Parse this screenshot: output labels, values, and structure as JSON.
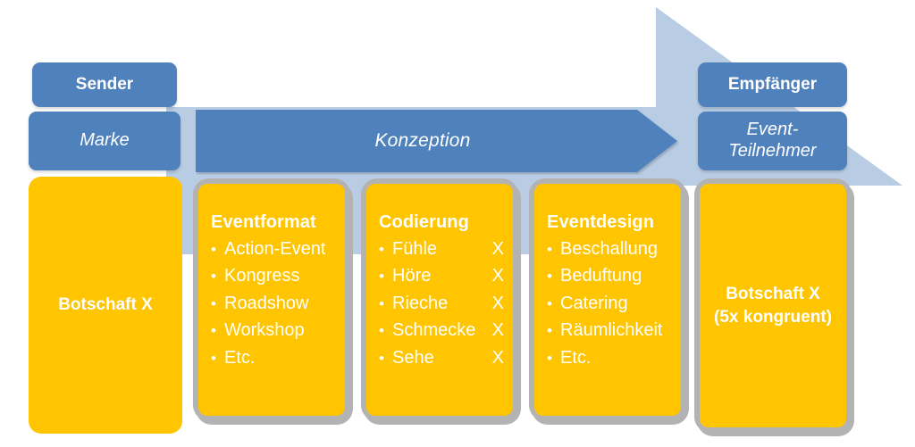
{
  "colors": {
    "blue": "#4f81bd",
    "light_blue": "#b8cce4",
    "yellow": "#ffc500",
    "gray_border": "#b3b3b3",
    "white": "#ffffff"
  },
  "top_labels": {
    "sender": "Sender",
    "empfaenger": "Empfänger"
  },
  "role_labels": {
    "marke": "Marke",
    "event_teilnehmer": "Event-\nTeilnehmer",
    "event_teilnehmer_line1": "Event-",
    "event_teilnehmer_line2": "Teilnehmer"
  },
  "process_arrow": {
    "label": "Konzeption"
  },
  "cards": [
    {
      "id": "botschaft",
      "kind": "center",
      "lines": [
        "Botschaft X"
      ],
      "bordered": false
    },
    {
      "id": "eventformat",
      "kind": "list",
      "title": "Eventformat",
      "bordered": true,
      "items": [
        {
          "text": "Action-Event",
          "mark": ""
        },
        {
          "text": "Kongress",
          "mark": ""
        },
        {
          "text": "Roadshow",
          "mark": ""
        },
        {
          "text": "Workshop",
          "mark": ""
        },
        {
          "text": "Etc.",
          "mark": ""
        }
      ]
    },
    {
      "id": "codierung",
      "kind": "list",
      "title": "Codierung",
      "bordered": true,
      "items": [
        {
          "text": "Fühle",
          "mark": "X"
        },
        {
          "text": "Höre",
          "mark": "X"
        },
        {
          "text": "Rieche",
          "mark": "X"
        },
        {
          "text": "Schmecke",
          "mark": "X"
        },
        {
          "text": "Sehe",
          "mark": "X"
        }
      ]
    },
    {
      "id": "eventdesign",
      "kind": "list",
      "title": "Eventdesign",
      "bordered": true,
      "items": [
        {
          "text": "Beschallung",
          "mark": ""
        },
        {
          "text": "Beduftung",
          "mark": ""
        },
        {
          "text": "Catering",
          "mark": ""
        },
        {
          "text": "Räumlichkeit",
          "mark": ""
        },
        {
          "text": "Etc.",
          "mark": ""
        }
      ]
    },
    {
      "id": "kongruent",
      "kind": "center",
      "lines": [
        "Botschaft X",
        "(5x kongruent)"
      ],
      "bordered": true
    }
  ],
  "card_text": {
    "c0_line0": "Botschaft X",
    "c1_title": "Eventformat",
    "c1_i0": "Action-Event",
    "c1_i1": "Kongress",
    "c1_i2": "Roadshow",
    "c1_i3": "Workshop",
    "c1_i4": "Etc.",
    "c2_title": "Codierung",
    "c2_i0": "Fühle",
    "c2_i1": "Höre",
    "c2_i2": "Rieche",
    "c2_i3": "Schmecke",
    "c2_i4": "Sehe",
    "c2_m0": "X",
    "c2_m1": "X",
    "c2_m2": "X",
    "c2_m3": "X",
    "c2_m4": "X",
    "c3_title": "Eventdesign",
    "c3_i0": "Beschallung",
    "c3_i1": "Beduftung",
    "c3_i2": "Catering",
    "c3_i3": "Räumlichkeit",
    "c3_i4": "Etc.",
    "c4_line0": "Botschaft X",
    "c4_line1": "(5x kongruent)"
  },
  "bullet_glyph": "•"
}
